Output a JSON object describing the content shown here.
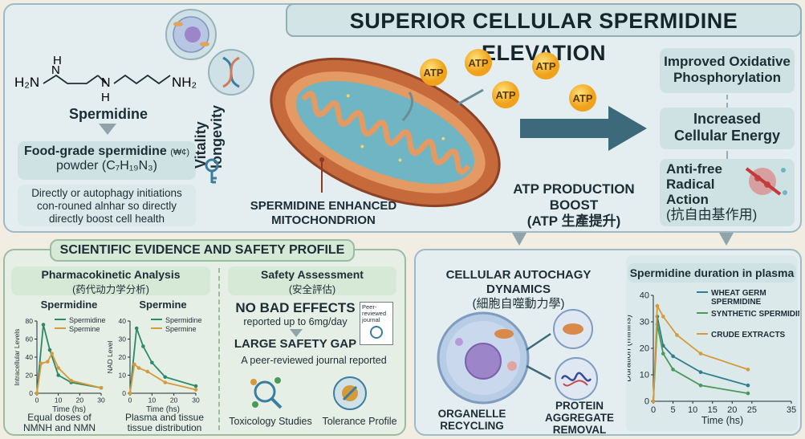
{
  "header": {
    "title": "SUPERIOR CELLULAR SPERMIDINE ELEVATION"
  },
  "molecule": {
    "formula_parts": [
      "H₂N",
      "H",
      "N",
      "H",
      "NH₂"
    ],
    "name": "Spermidine"
  },
  "food_grade": {
    "line1": "Food-grade spermidine",
    "note": "(₩¢)",
    "line2": "powder (C₇H₁₉N₃)"
  },
  "autophagy_note": {
    "text": "Directly or autophagy initiations con-rouned alnhar so directly directly boost cell health"
  },
  "vitality": {
    "line1": "Vitality",
    "line2": "longevity"
  },
  "mitochondrion": {
    "label_line1": "SPERMIDINE ENHANCED",
    "label_line2": "MITOCHONDRION"
  },
  "atp": {
    "bubble": "ATP",
    "boost_line1": "ATP PRODUCTION",
    "boost_line2": "BOOST",
    "boost_line3": "(ATP 生產提升)"
  },
  "benefits": {
    "b1_line1": "Improved Oxidative",
    "b1_line2": "Phosphorylation",
    "b2_line1": "Increased",
    "b2_line2": "Cellular Energy",
    "b3_line1": "Anti-free",
    "b3_line2": "Radical",
    "b3_line3": "Action",
    "b3_line4": "(抗自由基作用)"
  },
  "evidence": {
    "title": "SCIENTIFIC EVIDENCE AND SAFETY PROFILE",
    "pk_title": "Pharmacokinetic Analysis",
    "pk_subtitle": "(药代动力学分析)",
    "safety_title": "Safety Assessment",
    "safety_subtitle": "(安全評估)",
    "no_bad": "NO BAD EFFECTS",
    "reported": "reported up to 6mg/day",
    "gap": "LARGE SAFETY GAP",
    "journal": "A peer-reviewed journal reported",
    "journal_icon": "Peer-reviewed journal",
    "tox": "Toxicology Studies",
    "tolerance": "Tolerance Profile"
  },
  "autophagy": {
    "title_line1": "CELLULAR AUTOCHAGY DYNAMICS",
    "title_line2": "(細胞自噬動力學)",
    "organelle_line1": "ORGANELLE",
    "organelle_line2": "RECYCLING",
    "protein_line1": "PROTEIN",
    "protein_line2": "AGGREGATE",
    "protein_line3": "REMOVAL"
  },
  "chart_data": [
    {
      "type": "line",
      "title": "Spermidine",
      "xlabel": "Time (hs)",
      "ylabel": "Intracellular Levels",
      "caption_line1": "Equal doses of",
      "caption_line2": "NMNH and NMN",
      "xlim": [
        0,
        30
      ],
      "ylim": [
        0,
        80
      ],
      "xticks": [
        0,
        10,
        20,
        30
      ],
      "yticks": [
        0,
        20,
        40,
        60,
        80
      ],
      "series": [
        {
          "name": "Spermidine",
          "color": "#2c8a6a",
          "x": [
            0,
            3,
            6,
            10,
            16,
            30
          ],
          "y": [
            0,
            76,
            48,
            20,
            12,
            6
          ]
        },
        {
          "name": "Spermine",
          "color": "#d59a3a",
          "x": [
            0,
            2,
            5,
            7,
            10,
            16,
            30
          ],
          "y": [
            0,
            33,
            35,
            44,
            28,
            14,
            6
          ]
        }
      ]
    },
    {
      "type": "line",
      "title": "Spermine",
      "xlabel": "Time (hs)",
      "ylabel": "NAD Level",
      "caption_line1": "Plasma and tissue",
      "caption_line2": "tissue distribution",
      "xlim": [
        0,
        30
      ],
      "ylim": [
        0,
        40
      ],
      "xticks": [
        0,
        10,
        20,
        30
      ],
      "yticks": [
        0,
        10,
        20,
        30,
        40
      ],
      "series": [
        {
          "name": "Spermidine",
          "color": "#2c8a6a",
          "x": [
            0,
            3,
            6,
            10,
            16,
            30
          ],
          "y": [
            0,
            36,
            26,
            17,
            9,
            4
          ]
        },
        {
          "name": "Spermine",
          "color": "#d59a3a",
          "x": [
            0,
            2,
            4,
            8,
            16,
            30
          ],
          "y": [
            0,
            16,
            14,
            12,
            6,
            2
          ]
        }
      ]
    },
    {
      "type": "line",
      "title": "Spermidine duration in plasma",
      "xlabel": "Time (hs)",
      "ylabel": "Duration (minins)",
      "xlim": [
        0,
        35
      ],
      "ylim": [
        0,
        40
      ],
      "xticks": [
        0,
        5,
        10,
        15,
        20,
        25,
        35
      ],
      "yticks": [
        0,
        10,
        20,
        30,
        40
      ],
      "series": [
        {
          "name": "WHEAT GERM SPERMIDINE",
          "color": "#2f7f8c",
          "x": [
            0,
            1,
            2.5,
            5,
            12,
            24
          ],
          "y": [
            0,
            32,
            21,
            17,
            11,
            6
          ]
        },
        {
          "name": "SYNTHETIC SPERMIDINE",
          "color": "#4a9a57",
          "x": [
            0,
            1,
            2.5,
            5,
            12,
            24
          ],
          "y": [
            0,
            29,
            18,
            12,
            6,
            3
          ]
        },
        {
          "name": "CRUDE EXTRACTS",
          "color": "#d59a3a",
          "x": [
            0,
            1,
            2.5,
            6,
            12,
            24
          ],
          "y": [
            0,
            36,
            32,
            25,
            18,
            12
          ]
        }
      ]
    }
  ]
}
